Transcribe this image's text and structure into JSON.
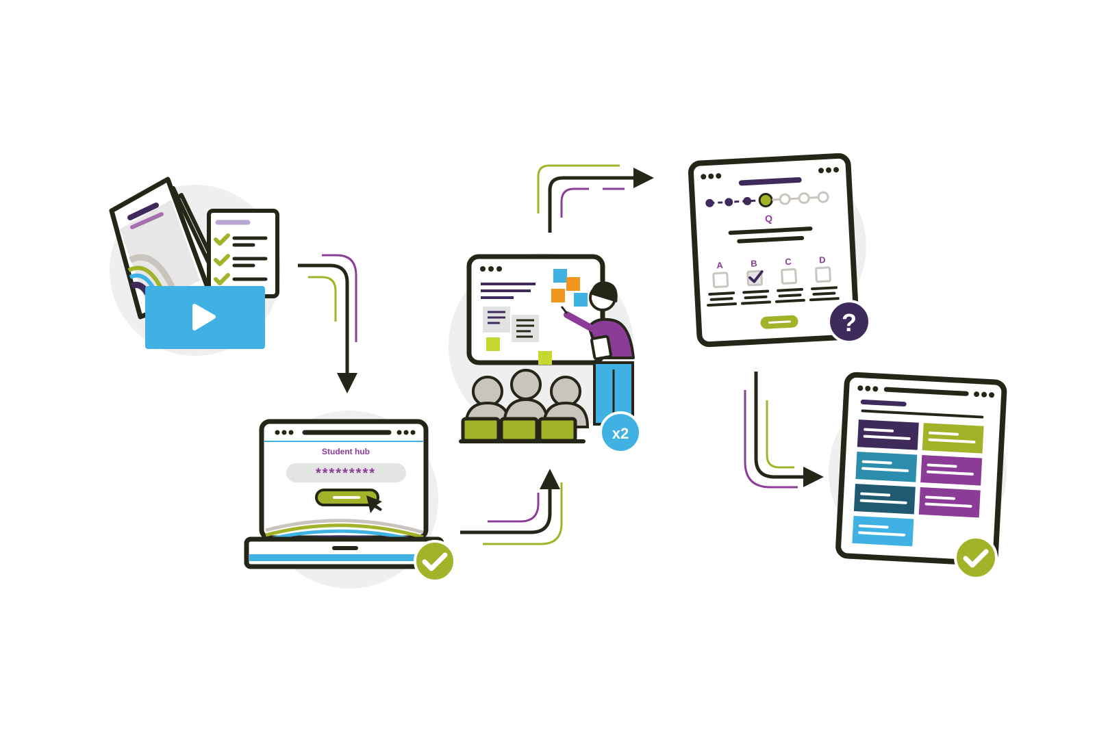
{
  "colors": {
    "ink": "#262618",
    "purple": "#8a3c96",
    "dark_purple": "#3f2a5c",
    "green": "#a2b32a",
    "blue": "#3fb1e2",
    "teal": "#2d8dad",
    "dark_teal": "#1f5a72",
    "orange": "#f0961e",
    "grey": "#c9c4bd",
    "circle_bg": "#efefef"
  },
  "laptop": {
    "title": "Student hub",
    "password": "*********"
  },
  "classroom": {
    "badge": "x2"
  },
  "quiz": {
    "question_label": "Q",
    "options": [
      "A",
      "B",
      "C",
      "D"
    ],
    "selected_option": "B",
    "badge": "?"
  },
  "badges": {
    "check": "✓"
  }
}
